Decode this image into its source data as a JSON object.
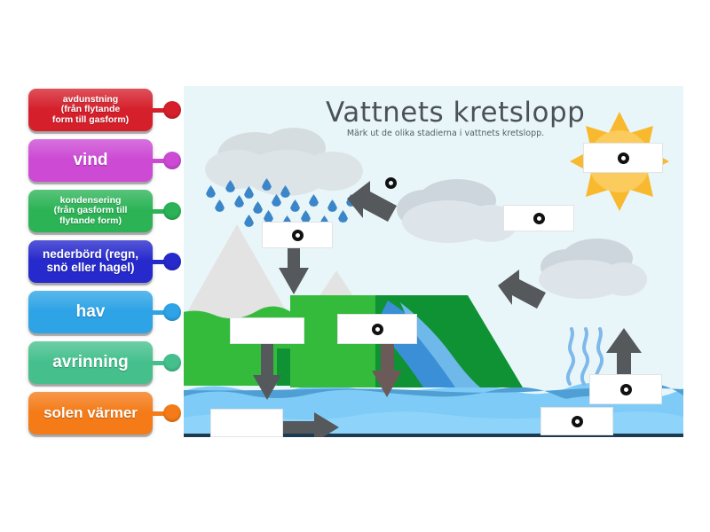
{
  "board": {
    "title": "Vattnets kretslopp",
    "subtitle": "Märk  ut de olika stadierna i vattnets kretslopp.",
    "background_color": "#e8f6fa"
  },
  "labels": [
    {
      "text": "avdunstning (från flytande form till gasform)",
      "line1": "avdunstning",
      "line2": "(från flytande",
      "line3": "form till gasform)",
      "color": "#d5202c",
      "size": "small"
    },
    {
      "text": "vind",
      "line1": "vind",
      "line2": "",
      "line3": "",
      "color": "#cc4ad4",
      "size": "big"
    },
    {
      "text": "kondensering (från gasform till flytande form)",
      "line1": "kondensering",
      "line2": "(från gasform till",
      "line3": "flytande form)",
      "color": "#2bb356",
      "size": "small"
    },
    {
      "text": "nederbörd (regn, snö eller hagel)",
      "line1": "nederbörd (regn,",
      "line2": "snö eller hagel)",
      "line3": "",
      "color": "#2629cb",
      "size": "mid"
    },
    {
      "text": "hav",
      "line1": "hav",
      "line2": "",
      "line3": "",
      "color": "#2ea3e6",
      "size": "big"
    },
    {
      "text": "avrinning",
      "line1": "avrinning",
      "line2": "",
      "line3": "",
      "color": "#45c08d",
      "size": "big"
    },
    {
      "text": "solen värmer",
      "line1": "solen värmer",
      "line2": "",
      "line3": "",
      "color": "#f47b18",
      "size": "big"
    }
  ],
  "targets": [
    {
      "name": "target-precipitation",
      "marked": true
    },
    {
      "name": "target-wind-upper",
      "marked": true
    },
    {
      "name": "target-condensation",
      "marked": true
    },
    {
      "name": "target-sun",
      "marked": true
    },
    {
      "name": "target-mountain-left",
      "marked": false
    },
    {
      "name": "target-mountain-right",
      "marked": true
    },
    {
      "name": "target-runoff",
      "marked": false
    },
    {
      "name": "target-evaporation",
      "marked": true
    },
    {
      "name": "target-sea",
      "marked": true
    }
  ],
  "marker_glyph": "ring-marker"
}
